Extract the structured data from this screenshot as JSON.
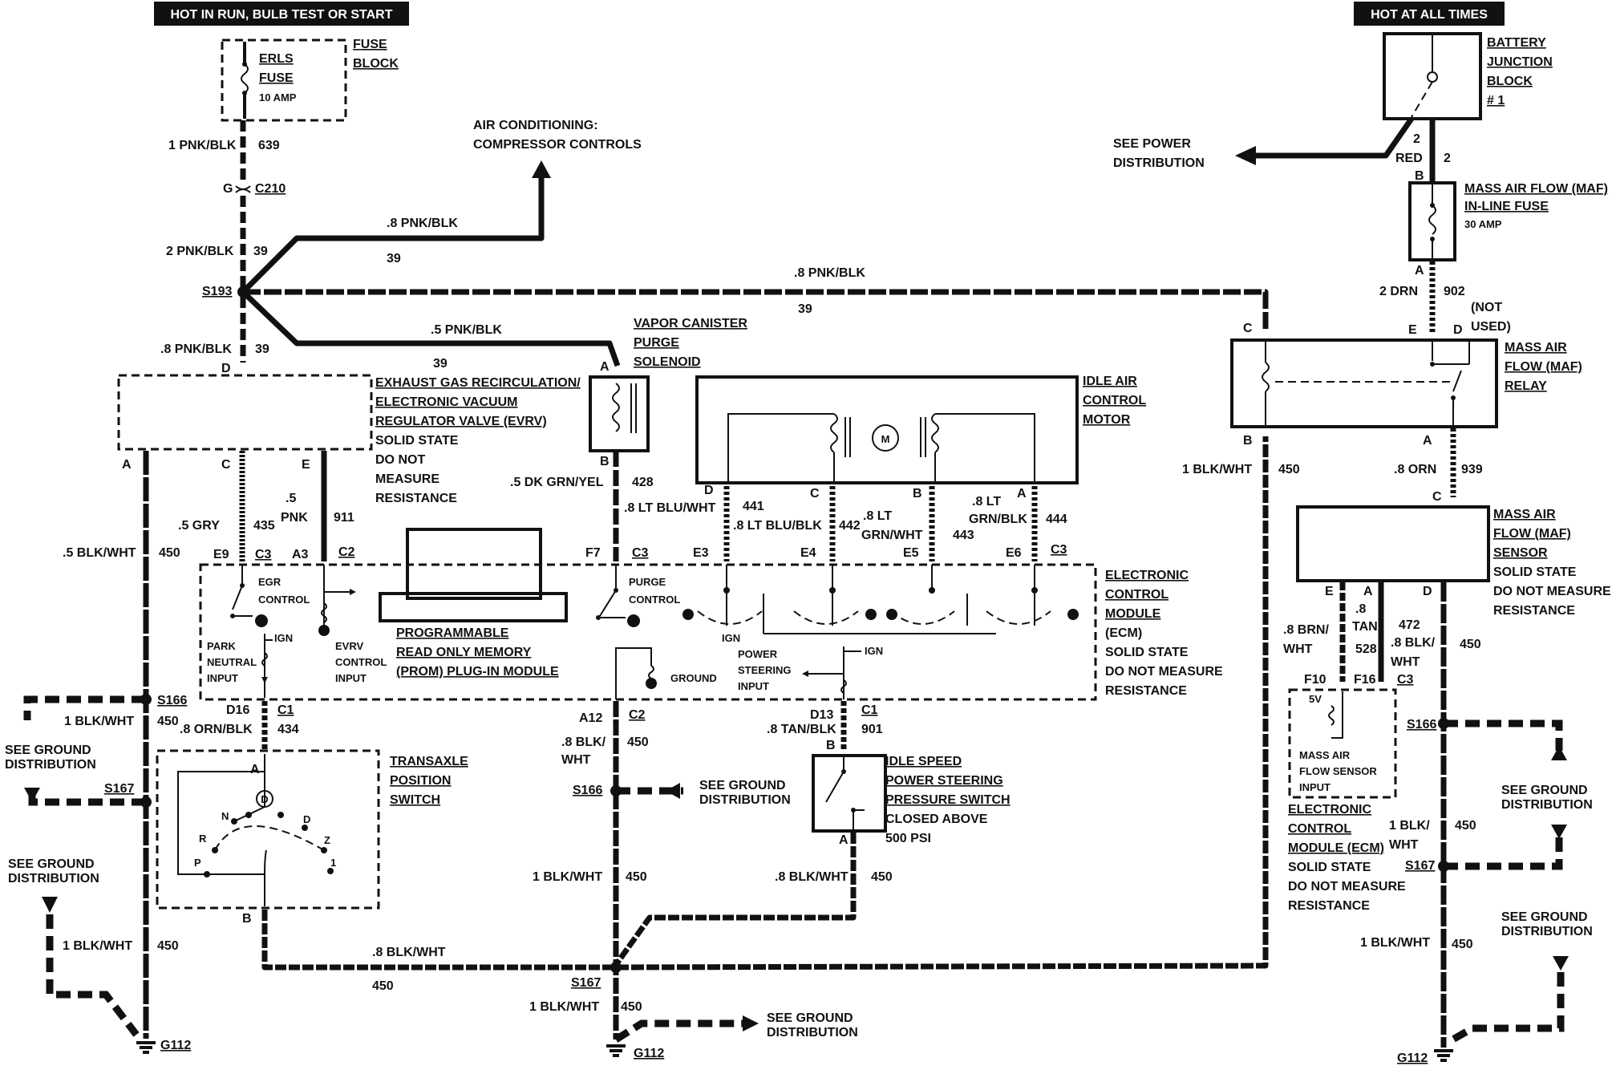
{
  "headers": {
    "left": "HOT IN RUN, BULB TEST OR START",
    "right": "HOT AT ALL TIMES"
  },
  "fuse_block": {
    "fuse_name": "ERLS",
    "fuse_word": "FUSE",
    "rating": "10 AMP",
    "line1": "FUSE",
    "line2": "BLOCK"
  },
  "battery_block": {
    "l1": "BATTERY",
    "l2": "JUNCTION",
    "l3": "BLOCK",
    "l4": "# 1"
  },
  "maf_fuse": {
    "l1": "MASS AIR FLOW (MAF)",
    "l2": "IN-LINE FUSE",
    "l3": "30 AMP"
  },
  "maf_relay": {
    "l1": "MASS AIR",
    "l2": "FLOW (MAF)",
    "l3": "RELAY",
    "not_used": "(NOT",
    "not_used2": "USED)"
  },
  "maf_sensor": {
    "l1": "MASS AIR",
    "l2": "FLOW (MAF)",
    "l3": "SENSOR",
    "l4": "SOLID STATE",
    "l5": "DO NOT MEASURE",
    "l6": "RESISTANCE"
  },
  "power_dist": {
    "l1": "SEE POWER",
    "l2": "DISTRIBUTION"
  },
  "ac": {
    "l1": "AIR CONDITIONING:",
    "l2": "COMPRESSOR CONTROLS"
  },
  "evrv": {
    "l1": "EXHAUST GAS RECIRCULATION/",
    "l2": "ELECTRONIC VACUUM",
    "l3": "REGULATOR VALVE (EVRV)",
    "l4": "SOLID STATE",
    "l5": "DO NOT",
    "l6": "MEASURE",
    "l7": "RESISTANCE"
  },
  "vapor": {
    "l1": "VAPOR CANISTER",
    "l2": "PURGE",
    "l3": "SOLENOID"
  },
  "iac": {
    "l1": "IDLE AIR",
    "l2": "CONTROL",
    "l3": "MOTOR",
    "m": "M"
  },
  "ecm": {
    "l1": "ELECTRONIC",
    "l2": "CONTROL",
    "l3": "MODULE",
    "l4": "(ECM)",
    "l5": "SOLID STATE",
    "l6": "DO NOT MEASURE",
    "l7": "RESISTANCE"
  },
  "prom": {
    "l1": "PROGRAMMABLE",
    "l2": "READ ONLY MEMORY",
    "l3": "(PROM) PLUG-IN MODULE"
  },
  "ecm_inner": {
    "egr": "EGR",
    "egr2": "CONTROL",
    "park": "PARK",
    "neutral": "NEUTRAL",
    "input": "INPUT",
    "ign": "IGN",
    "evrv1": "EVRV",
    "evrv2": "CONTROL",
    "evrv3": "INPUT",
    "purge": "PURGE",
    "purge2": "CONTROL",
    "ground": "GROUND",
    "ign2": "IGN",
    "ps1": "POWER",
    "ps2": "STEERING",
    "ps3": "INPUT",
    "ign3": "IGN"
  },
  "ecm2": {
    "l1": "ELECTRONIC",
    "l2": "CONTROL",
    "l3": "MODULE (ECM)",
    "l4": "SOLID STATE",
    "l5": "DO NOT MEASURE",
    "l6": "RESISTANCE",
    "v5": "5V",
    "in1": "MASS AIR",
    "in2": "FLOW SENSOR",
    "in3": "INPUT"
  },
  "transaxle": {
    "l1": "TRANSAXLE",
    "l2": "POSITION",
    "l3": "SWITCH",
    "gears": [
      "R",
      "N",
      "D",
      "D",
      "Z",
      "P",
      "1"
    ]
  },
  "idle_ps": {
    "l1": "IDLE SPEED",
    "l2": "POWER STEERING",
    "l3": "PRESSURE SWITCH",
    "l4": "CLOSED ABOVE",
    "l5": "500 PSI"
  },
  "ground_dist": {
    "l1": "SEE GROUND",
    "l2": "DISTRIBUTION"
  },
  "wires": {
    "w639": "1 PNK/BLK",
    "c639": "639",
    "c210": "C210",
    "g": "G",
    "w39a": "2 PNK/BLK",
    "n39a": "39",
    "w39b": ".8 PNK/BLK",
    "n39b": "39",
    "w39c": ".8 PNK/BLK",
    "n39c": "39",
    "w39d": ".5 PNK/BLK",
    "n39d": "39",
    "w39e": ".8 PNK/BLK",
    "n39e": "39",
    "s193": "S193",
    "w450a": ".5 BLK/WHT",
    "n450a": "450",
    "w435": ".5 GRY",
    "n435": "435",
    "w911a": ".5",
    "w911b": "PNK",
    "n911": "911",
    "w428": ".5 DK GRN/YEL",
    "n428": "428",
    "w441": ".8 LT BLU/WHT",
    "n441": "441",
    "w442": ".8 LT BLU/BLK",
    "n442": "442",
    "w443a": ".8 LT",
    "w443b": "GRN/WHT",
    "n443": "443",
    "w444a": ".8 LT",
    "w444b": "GRN/BLK",
    "n444": "444",
    "w450r": "1 BLK/WHT",
    "n450r": "450",
    "w939": ".8 ORN",
    "n939": "939",
    "w902": "2 DRN",
    "n902": "902",
    "w2": "2",
    "w2red": "RED",
    "w2b": "2",
    "w528a": ".8",
    "w528b": "TAN",
    "n528": "528",
    "w472a": ".8 BLK/",
    "w472b": "WHT",
    "n472": "472",
    "wbrn1": ".8 BRN/",
    "wbrn2": "WHT",
    "w434": ".8 ORN/BLK",
    "n434": "434",
    "w901": ".8 TAN/BLK",
    "n901": "901",
    "w450b": "1 BLK/WHT",
    "n450b": "450",
    "w450c": ".8 BLK/",
    "w450c2": "WHT",
    "n450c": "450",
    "w450d": "1 BLK/WHT",
    "n450d": "450",
    "w450e": ".8 BLK/WHT",
    "n450e": "450",
    "w450f": ".8 BLK/WHT",
    "n450f": "450",
    "w450g": "1 BLK/WHT",
    "n450g": "450",
    "w450h": "1 BLK/WHT",
    "n450h": "450",
    "w450i": "1 BLK/",
    "w450i2": "WHT",
    "n450i": "450",
    "w450j": "1 BLK/WHT",
    "n450j": "450",
    "w450k": "1 BLK/WHT",
    "n450k": "450",
    "n450l": "450"
  },
  "connectors": {
    "e9": "E9",
    "c3a": "C3",
    "a3": "A3",
    "c2a": "C2",
    "f7": "F7",
    "c3b": "C3",
    "e3": "E3",
    "e4": "E4",
    "e5": "E5",
    "e6": "E6",
    "c3c": "C3",
    "d16": "D16",
    "c1a": "C1",
    "a12": "A12",
    "c2b": "C2",
    "d13": "D13",
    "c1b": "C1",
    "f10": "F10",
    "f16": "F16",
    "c3d": "C3",
    "s166a": "S166",
    "s167a": "S167",
    "s166b": "S166",
    "s167b": "S167",
    "s166c": "S166",
    "s167c": "S167",
    "g112a": "G112",
    "g112b": "G112",
    "g112c": "G112"
  },
  "pins": {
    "a": "A",
    "b": "B",
    "c": "C",
    "d": "D",
    "e": "E"
  }
}
